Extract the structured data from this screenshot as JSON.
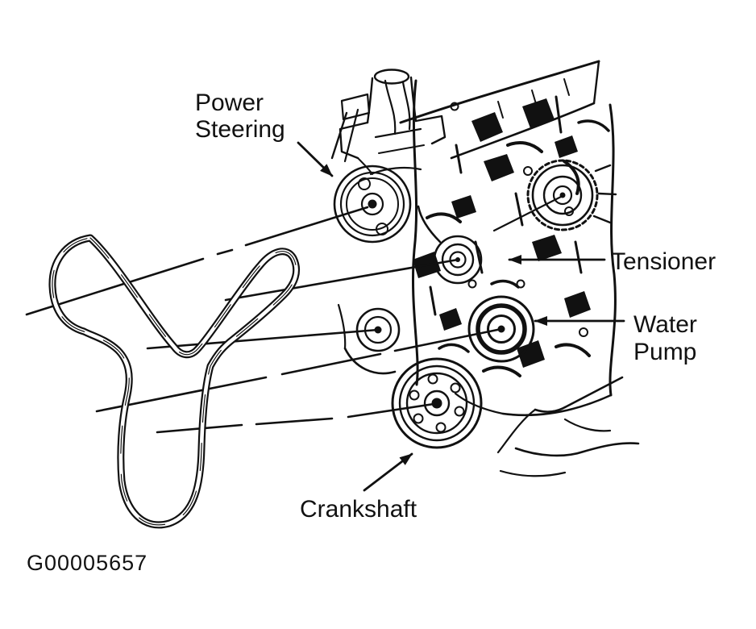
{
  "diagram": {
    "figure_code": "G00005657",
    "background_color": "#ffffff",
    "ink_color": "#111111",
    "type": "serpentine-belt-routing-diagram",
    "labels": {
      "power_steering": {
        "line1": "Power",
        "line2": "Steering"
      },
      "tensioner": {
        "line1": "Tensioner"
      },
      "water_pump": {
        "line1": "Water",
        "line2": "Pump"
      },
      "crankshaft": {
        "line1": "Crankshaft"
      }
    },
    "components": [
      "power-steering-pulley",
      "tensioner-pulley",
      "idler-pulley",
      "water-pump-pulley",
      "crankshaft-pulley",
      "camshaft-pulley",
      "serpentine-belt",
      "engine-block"
    ]
  }
}
